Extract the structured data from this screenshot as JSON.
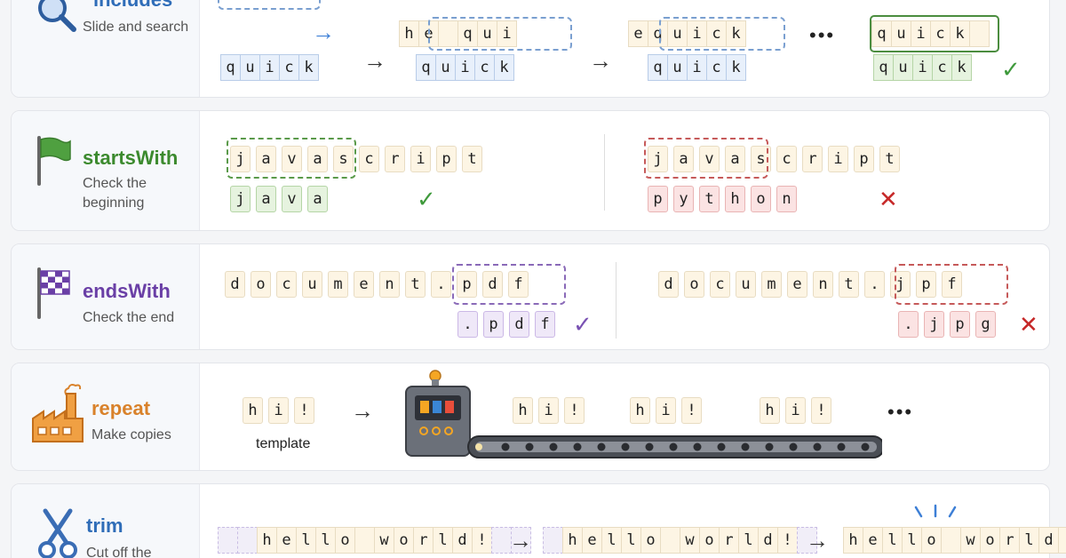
{
  "includes": {
    "title": "includes",
    "desc": "Slide and search",
    "needle": [
      "q",
      "u",
      "i",
      "c",
      "k"
    ],
    "window1": [
      "h",
      "e",
      "",
      "q",
      "u",
      "i"
    ],
    "window2": [
      "e",
      "q",
      "u",
      "i",
      "c",
      "k"
    ],
    "window3": [
      "q",
      "u",
      "i",
      "c",
      "k",
      ""
    ],
    "ellipsis": "•••"
  },
  "startsWith": {
    "title": "startsWith",
    "desc_line1": "Check the",
    "desc_line2": "beginning",
    "word": [
      "j",
      "a",
      "v",
      "a",
      "s",
      "c",
      "r",
      "i",
      "p",
      "t"
    ],
    "good_prefix": [
      "j",
      "a",
      "v",
      "a"
    ],
    "bad_prefix": [
      "p",
      "y",
      "t",
      "h",
      "o",
      "n"
    ]
  },
  "endsWith": {
    "title": "endsWith",
    "desc": "Check the end",
    "word_left": [
      "d",
      "o",
      "c",
      "u",
      "m",
      "e",
      "n",
      "t",
      ".",
      "p",
      "d",
      "f"
    ],
    "good_suffix": [
      ".",
      "p",
      "d",
      "f"
    ],
    "word_right": [
      "d",
      "o",
      "c",
      "u",
      "m",
      "e",
      "n",
      "t",
      ".",
      "j",
      "p",
      "f"
    ],
    "bad_suffix": [
      ".",
      "j",
      "p",
      "g"
    ]
  },
  "repeat": {
    "title": "repeat",
    "desc": "Make copies",
    "template": [
      "h",
      "i",
      "!"
    ],
    "template_label": "template",
    "copies": [
      [
        "h",
        "i",
        "!"
      ],
      [
        "h",
        "i",
        "!"
      ],
      [
        "h",
        "i",
        "!"
      ]
    ],
    "ellipsis": "•••"
  },
  "trim": {
    "title": "trim",
    "desc": "Cut off the",
    "text1": [
      "h",
      "e",
      "l",
      "l",
      "o",
      " ",
      "w",
      "o",
      "r",
      "l",
      "d",
      "!"
    ],
    "text2": [
      "h",
      "e",
      "l",
      "l",
      "o",
      " ",
      "w",
      "o",
      "r",
      "l",
      "d",
      "!"
    ],
    "text3": [
      "h",
      "e",
      "l",
      "l",
      "o",
      " ",
      "w",
      "o",
      "r",
      "l",
      "d",
      "!"
    ]
  },
  "marks": {
    "check": "✓",
    "cross": "✕",
    "arrow": "→"
  },
  "colors": {
    "blue": "#3d7fd6",
    "green": "#3f9a3c",
    "purple": "#6a3fa6",
    "orange": "#d9822b",
    "red": "#c62828"
  }
}
